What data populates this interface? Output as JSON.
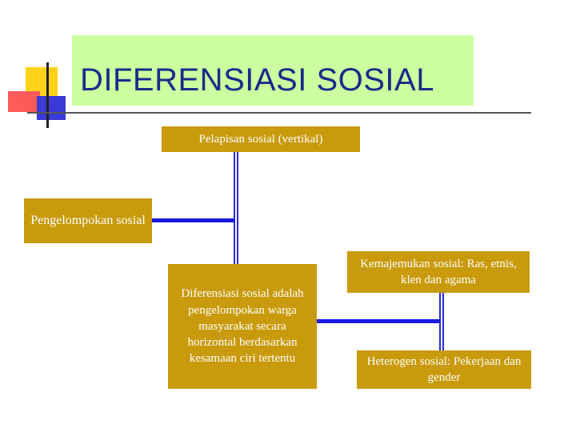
{
  "title": "DIFERENSIASI SOSIAL",
  "nodes": {
    "top": "Pelapisan sosial (vertikal)",
    "left": "Pengelompokan sosial",
    "center": "Diferensiasi sosial adalah pengelompokan warga masyarakat secara horizontal berdasarkan kesamaan ciri tertentu",
    "right_top": "Kemajemukan sosial: Ras, etnis, klen dan agama",
    "right_bottom": "Heterogen sosial: Pekerjaan dan gender"
  },
  "colors": {
    "title_bg": "#ccffa0",
    "title_text": "#1a2a8a",
    "node_bg": "#c89a0c",
    "node_text": "#ffffff",
    "connector": "#1a1ae0"
  }
}
